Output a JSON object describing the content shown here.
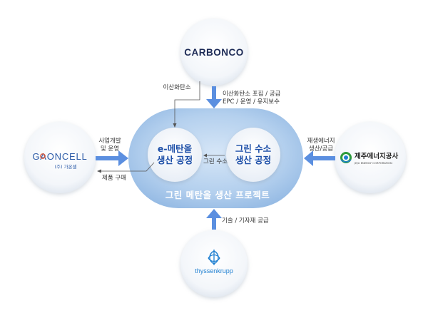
{
  "project": {
    "title": "그린 메탄올 생산 프로젝트",
    "process_left": "e-메탄올\n생산 공정",
    "process_right": "그린 수소\n생산 공정",
    "internal_flow": "그린 수소"
  },
  "partners": {
    "carbonco": {
      "name": "CARBONCO"
    },
    "gaoncell": {
      "name": "GAONCELL",
      "sub": "(주) 가온셀"
    },
    "jeju": {
      "name_kr": "제주에너지공사",
      "name_en": "JEJU ENERGY CORPORATION"
    },
    "thyssenkrupp": {
      "name": "thyssenkrupp"
    }
  },
  "flows": {
    "carbonco_in": "이산화탄소",
    "carbonco_out": "이산화탄소 포집 / 공급\nEPC / 운영 / 유지보수",
    "gaoncell_in": "사업개발\n및 운영",
    "gaoncell_out": "제품 구매",
    "jeju_in": "재생에너지\n생산/공급",
    "thyssen_in": "기술 / 기자재 공급"
  },
  "colors": {
    "pill": "#a9c8ea",
    "arrow": "#5b8fe0",
    "process_text": "#1d4fa8",
    "jeju_green": "#2e9b3c",
    "thyssen_blue": "#1e7fd1"
  }
}
